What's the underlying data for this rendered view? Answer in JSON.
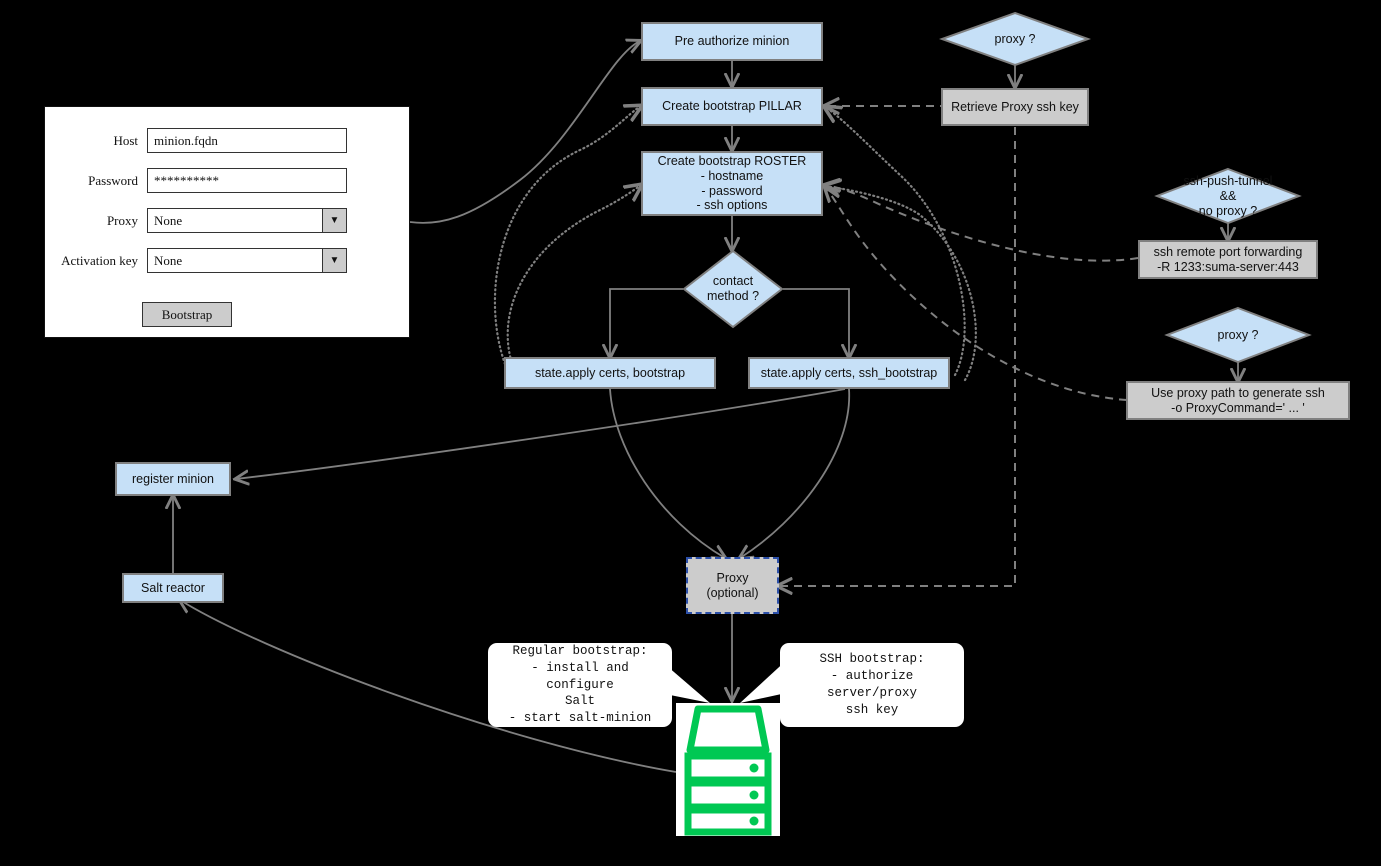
{
  "form": {
    "rows": [
      {
        "label": "Host",
        "type": "text",
        "value": "minion.fqdn"
      },
      {
        "label": "Password",
        "type": "text",
        "value": "**********"
      },
      {
        "label": "Proxy",
        "type": "select",
        "value": "None"
      },
      {
        "label": "Activation key",
        "type": "select",
        "value": "None"
      }
    ],
    "submit_label": "Bootstrap",
    "dropdown_arrow": "▼"
  },
  "nodes": {
    "pre_authorize": "Pre authorize minion",
    "create_pillar": "Create bootstrap PILLAR",
    "create_roster": "Create bootstrap ROSTER\n- hostname\n- password\n- ssh options",
    "contact_method": "contact\nmethod ?",
    "state_apply_bootstrap": "state.apply certs, bootstrap",
    "state_apply_ssh": "state.apply certs, ssh_bootstrap",
    "proxy_q_top": "proxy ?",
    "retrieve_proxy_key": "Retrieve Proxy ssh key",
    "ssh_push_tunnel_q": "ssh-push-tunnel\n&&\nno proxy ?",
    "ssh_remote_forward": "ssh remote port forwarding\n-R 1233:suma-server:443",
    "proxy_q_bottom": "proxy ?",
    "use_proxy_path": "Use proxy path to generate ssh\n-o ProxyCommand=' ... '",
    "register_minion": "register minion",
    "salt_reactor": "Salt reactor",
    "proxy_optional": "Proxy\n(optional)"
  },
  "callouts": {
    "regular": "Regular bootstrap:\n- install and configure\nSalt\n- start salt-minion",
    "ssh": "SSH bootstrap:\n- authorize server/proxy\nssh key"
  },
  "colors": {
    "node_blue": "#c6e0f7",
    "node_gray": "#cccccc",
    "node_border": "#808080",
    "edge": "#808080",
    "selection": "#2b4fa8",
    "server_green": "#00c853",
    "background": "#000000"
  },
  "icons": {
    "server": "server-stack-icon"
  }
}
